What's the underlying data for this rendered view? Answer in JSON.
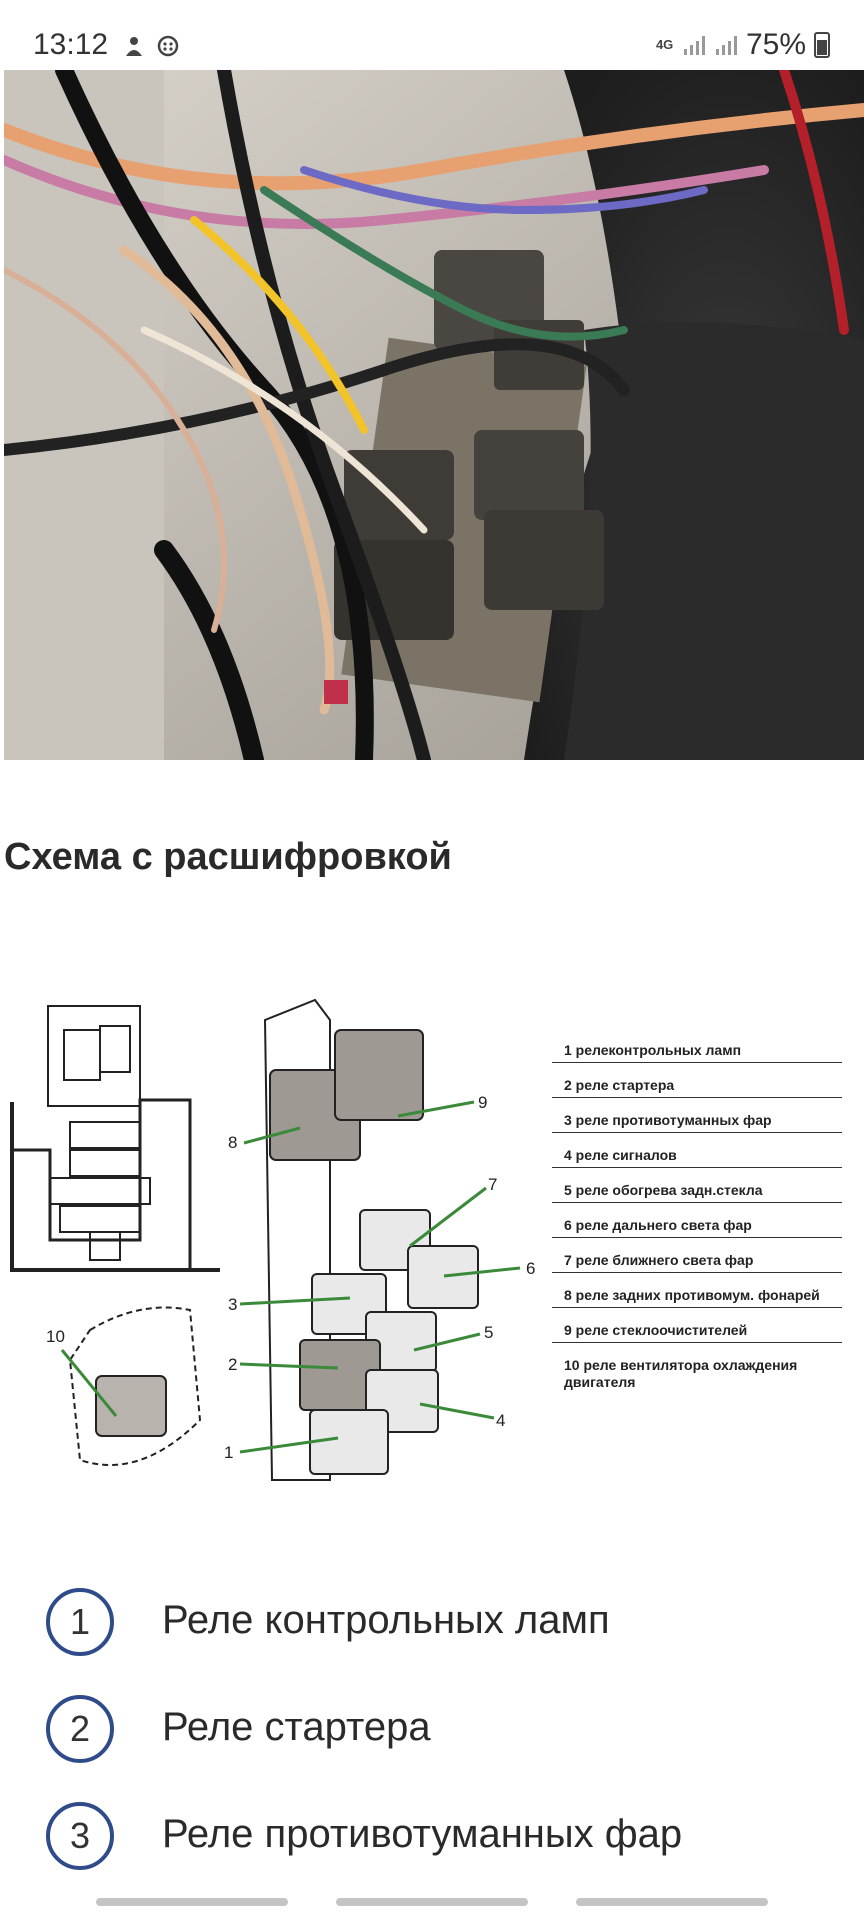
{
  "status_bar": {
    "time": "13:12",
    "network": "4G",
    "battery": "75%",
    "left_icons": [
      "notification-icon",
      "vpn-icon"
    ]
  },
  "photo": {
    "icon": "fuse-box-photo"
  },
  "heading": "Схема с расшифровкой",
  "diagram": {
    "callouts": [
      "10",
      "8",
      "9",
      "7",
      "6",
      "3",
      "5",
      "2",
      "4",
      "1"
    ],
    "legend": [
      "1 релеконтрольных ламп",
      "2 реле стартера",
      "3 реле противотуманных фар",
      "4 реле сигналов",
      "5 реле обогрева задн.стекла",
      "6 реле дальнего света фар",
      "7 реле ближнего света фар",
      "8 реле задних противомум. фонарей",
      "9 реле стеклоочистителей",
      "10 реле вентилятора охлаждения двигателя"
    ]
  },
  "list": [
    {
      "number": "1",
      "text": "Реле контрольных ламп"
    },
    {
      "number": "2",
      "text": "Реле стартера"
    },
    {
      "number": "3",
      "text": "Реле противотуманных фар"
    }
  ],
  "colors": {
    "accent": "#2f4b8a",
    "diagram_line": "#3a8a3a"
  }
}
